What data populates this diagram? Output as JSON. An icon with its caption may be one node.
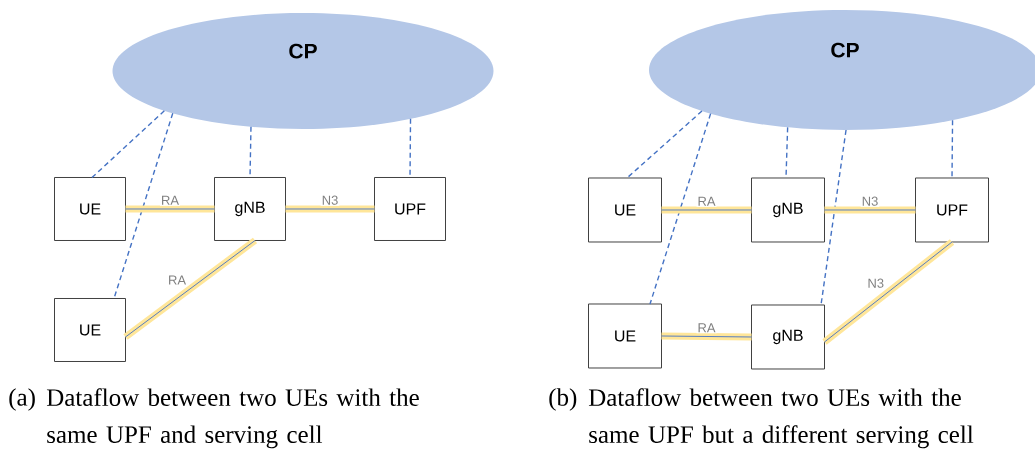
{
  "diagram": {
    "nodes": [
      {
        "text": [
          "CP"
        ]
      },
      {
        "text": [
          "UE"
        ]
      },
      {
        "text": [
          "gNB"
        ]
      },
      {
        "text": [
          "UPF"
        ]
      },
      {
        "text": [
          "UE"
        ]
      },
      {
        "text": [
          "CP"
        ]
      },
      {
        "text": [
          "UE"
        ]
      },
      {
        "text": [
          "gNB"
        ]
      },
      {
        "text": [
          "UPF"
        ]
      },
      {
        "text": [
          "UE"
        ]
      },
      {
        "text": [
          "gNB"
        ]
      }
    ],
    "edges": [
      {
        "from": 0,
        "to": 1,
        "arrow": "none",
        "style": "dashed"
      },
      {
        "from": 0,
        "to": 4,
        "arrow": "none",
        "style": "dashed"
      },
      {
        "from": 0,
        "to": 2,
        "arrow": "none",
        "style": "dashed"
      },
      {
        "from": 0,
        "to": 3,
        "arrow": "none",
        "style": "dashed"
      },
      {
        "from": 1,
        "to": 2,
        "arrow": "none",
        "label": "RA",
        "style": "thick",
        "color": "#ffe699"
      },
      {
        "from": 2,
        "to": 3,
        "arrow": "none",
        "label": "N3",
        "style": "thick",
        "color": "#ffe699"
      },
      {
        "from": 4,
        "to": 2,
        "arrow": "none",
        "label": "RA",
        "style": "thick",
        "color": "#ffe699"
      },
      {
        "from": 5,
        "to": 6,
        "arrow": "none",
        "style": "dashed"
      },
      {
        "from": 5,
        "to": 9,
        "arrow": "none",
        "style": "dashed"
      },
      {
        "from": 5,
        "to": 7,
        "arrow": "none",
        "style": "dashed"
      },
      {
        "from": 5,
        "to": 10,
        "arrow": "none",
        "style": "dashed"
      },
      {
        "from": 5,
        "to": 8,
        "arrow": "none",
        "style": "dashed"
      },
      {
        "from": 6,
        "to": 7,
        "arrow": "none",
        "label": "RA",
        "style": "thick",
        "color": "#ffe699"
      },
      {
        "from": 7,
        "to": 8,
        "arrow": "none",
        "label": "N3",
        "style": "thick",
        "color": "#ffe699"
      },
      {
        "from": 9,
        "to": 10,
        "arrow": "none",
        "label": "RA",
        "style": "thick",
        "color": "#ffe699"
      },
      {
        "from": 10,
        "to": 8,
        "arrow": "none",
        "label": "N3",
        "style": "thick",
        "color": "#ffe699"
      }
    ],
    "labels": [
      "(a)",
      "Dataflow between two UEs with the same UPF and serving cell",
      "(b)",
      "Dataflow between two UEs with the same UPF but a different serving cell"
    ]
  }
}
